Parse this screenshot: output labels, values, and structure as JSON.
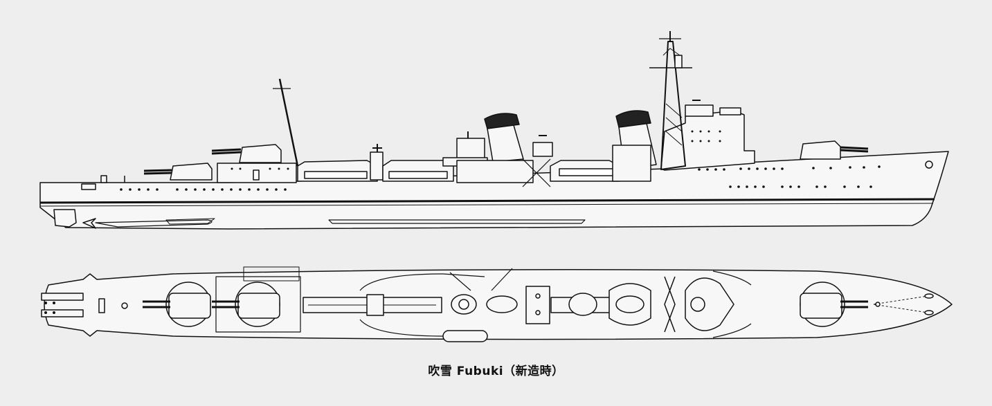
{
  "caption": "吹雪 Fubuki（新造時）",
  "colors": {
    "paper": "#eeeeee",
    "ink": "#111111",
    "hull": "#f7f7f7"
  },
  "views": [
    "side-elevation",
    "deck-plan"
  ]
}
